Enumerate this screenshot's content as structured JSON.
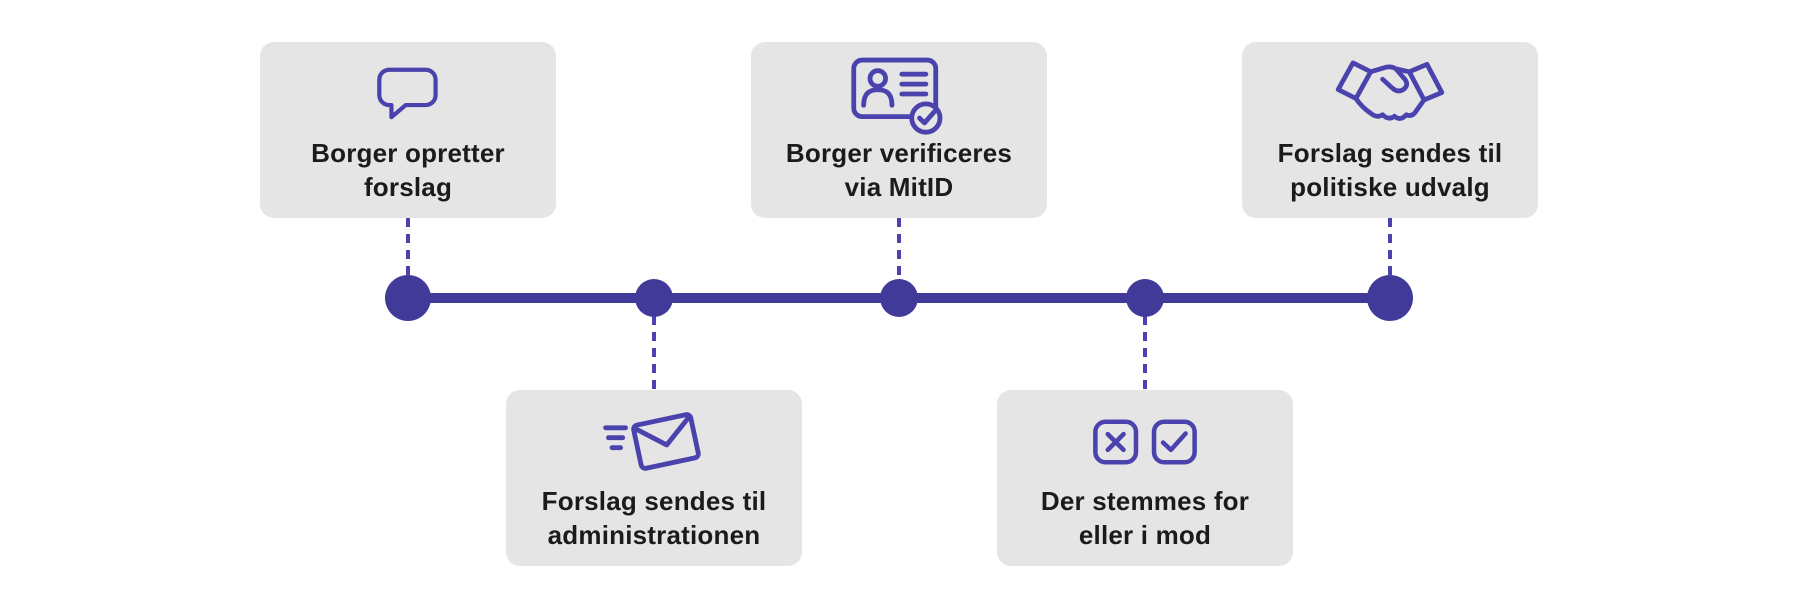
{
  "colors": {
    "accent": "#423a99",
    "icon": "#4a42ad",
    "card-bg": "#e6e5e6",
    "text": "#1b1b1b",
    "background": "#ffffff"
  },
  "timeline": {
    "node_count": 5,
    "orientation": "horizontal"
  },
  "steps": [
    {
      "id": 1,
      "side": "above",
      "icon": "speech-bubble-icon",
      "label": "Borger opretter forslag",
      "line1": "Borger opretter",
      "line2": "forslag"
    },
    {
      "id": 2,
      "side": "below",
      "icon": "envelope-send-icon",
      "label": "Forslag sendes til administrationen",
      "line1": "Forslag sendes til",
      "line2": "administrationen"
    },
    {
      "id": 3,
      "side": "above",
      "icon": "id-card-verified-icon",
      "label": "Borger verificeres via MitID",
      "line1": "Borger verificeres",
      "line2": "via MitID"
    },
    {
      "id": 4,
      "side": "below",
      "icon": "vote-x-check-icon",
      "label": "Der stemmes for eller i mod",
      "line1": "Der stemmes for",
      "line2": "eller i mod"
    },
    {
      "id": 5,
      "side": "above",
      "icon": "handshake-icon",
      "label": "Forslag sendes til politiske udvalg",
      "line1": "Forslag sendes til",
      "line2": "politiske udvalg"
    }
  ]
}
